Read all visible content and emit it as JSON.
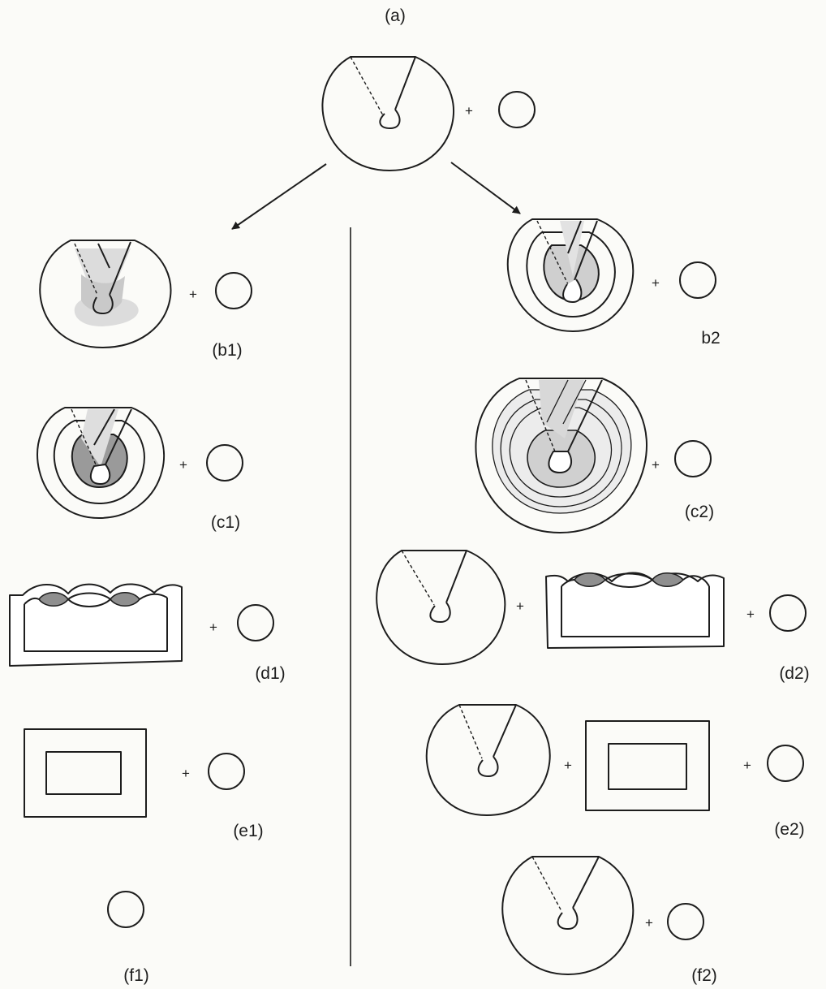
{
  "labels": {
    "a": "(a)",
    "b1": "(b1)",
    "b2": "b2",
    "c1": "(c1)",
    "c2": "(c2)",
    "d1": "(d1)",
    "d2": "(d2)",
    "e1": "(e1)",
    "e2": "(e2)",
    "f1": "(f1)",
    "f2": "(f2)"
  },
  "plus_sign": "+",
  "colors": {
    "line": "#1d1d1d",
    "shade_light": "#dcdcdc",
    "shade_medium": "#b9b9b9",
    "shade_dark": "#8f8f8f",
    "background": "#fbfbf8"
  }
}
